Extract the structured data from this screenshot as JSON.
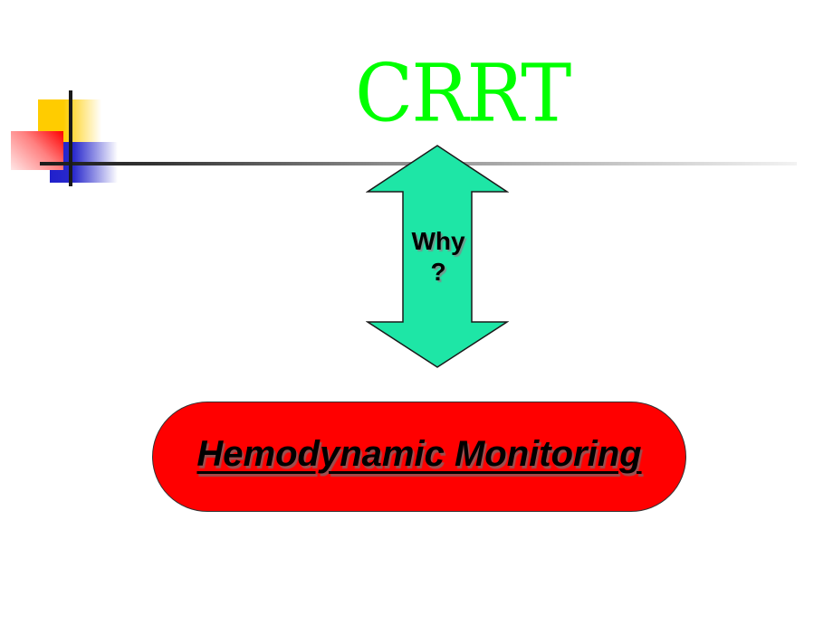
{
  "slide": {
    "title": "CRRT",
    "arrow_label_line1": "Why",
    "arrow_label_line2": "?",
    "pill_label": "Hemodynamic Monitoring"
  },
  "colors": {
    "title": "#00ff00",
    "arrow_fill": "#1ee6a6",
    "pill_fill": "#ff0000",
    "logo_yellow": "#ffcc00",
    "logo_red": "#ff0000",
    "logo_blue": "#2020cc"
  },
  "icons": {
    "arrow": "double-vertical-arrow-icon",
    "logo": "colored-squares-logo-icon"
  }
}
